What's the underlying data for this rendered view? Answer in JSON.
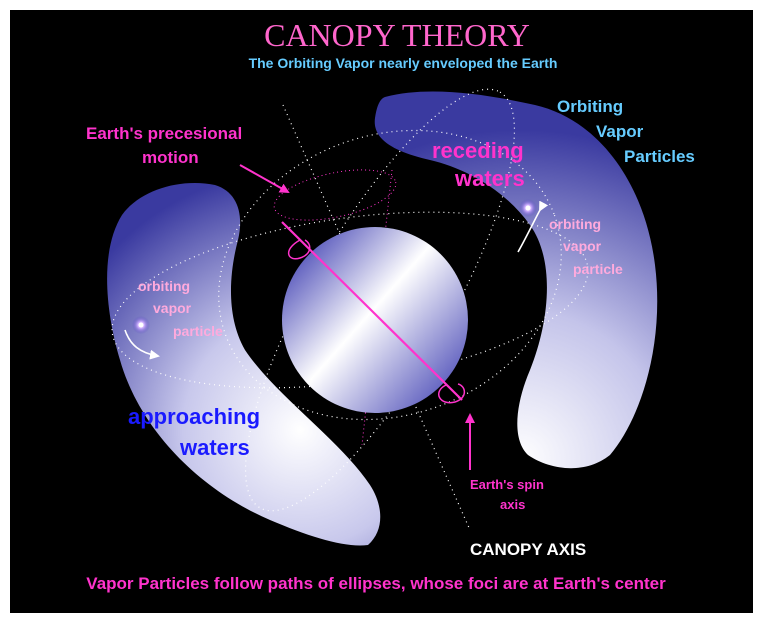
{
  "title": "CANOPY THEORY",
  "subtitle": "The Orbiting Vapor nearly enveloped the Earth",
  "labels": {
    "orbiting_vapor_particles": [
      "Orbiting",
      "Vapor",
      "Particles"
    ],
    "receding_waters": [
      "receding",
      "waters"
    ],
    "approaching_waters": [
      "approaching",
      "waters"
    ],
    "precession": [
      "Earth's precesional",
      "motion"
    ],
    "orbiting_vapor_particle_right": [
      "orbiting",
      "vapor",
      "particle"
    ],
    "orbiting_vapor_particle_left": [
      "orbiting",
      "vapor",
      "particle"
    ],
    "spin_axis": [
      "Earth's spin",
      "axis"
    ],
    "canopy_axis": "CANOPY AXIS"
  },
  "caption": "Vapor Particles follow paths of ellipses, whose foci are at Earth's center",
  "colors": {
    "background": "#000000",
    "frame": "#ffffff",
    "title": "#ff66cc",
    "subtitle": "#66ccff",
    "magenta": "#ff33cc",
    "pink_text": "#ffaadd",
    "sky_text": "#66ccff",
    "blue_text": "#1a1aff",
    "white_text": "#ffffff",
    "canopy_dark": "#3a3aa0",
    "canopy_light": "#ffffff"
  },
  "icons": {
    "particle": "glowing-dot-icon",
    "arrow": "curved-arrow-icon"
  }
}
